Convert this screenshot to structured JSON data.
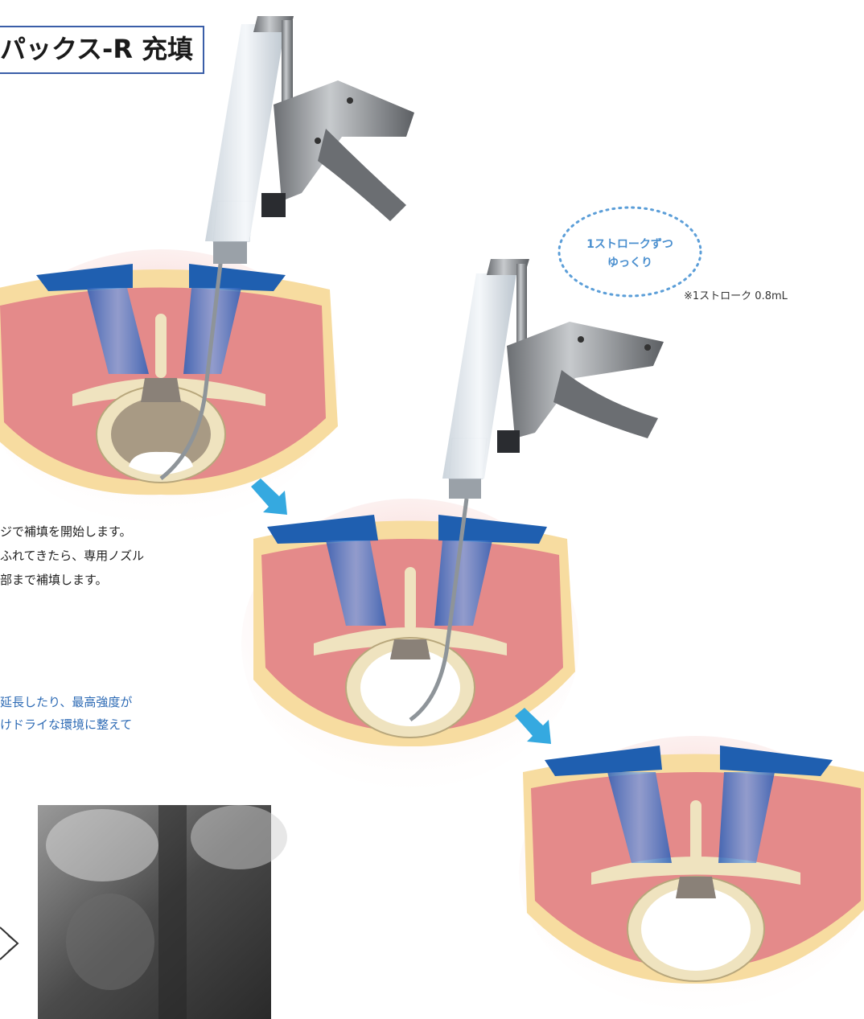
{
  "title": "パックス-R 充填",
  "instructions": {
    "line1": "ジで補填を開始します。",
    "line2": "ふれてきたら、専用ノズル",
    "line3": "部まで補填します。"
  },
  "caution": {
    "line1": "延長したり、最高強度が",
    "line2": "けドライな環境に整えて"
  },
  "stroke_bubble": {
    "line1": "1ストロークずつ",
    "line2": "ゆっくり"
  },
  "stroke_note": "※1ストローク 0.8mL",
  "colors": {
    "title_border": "#3a5ea8",
    "bubble_text": "#4a8fcf",
    "caution_text": "#2e6bb5",
    "step_arrow": "#35a9e0",
    "cannula_blue": "#1f5fb0",
    "muscle": "#e48a8a",
    "fat": "#f7dca0"
  },
  "icons": {
    "step_arrow_1": "arrow-down-right-icon",
    "step_arrow_2": "arrow-down-right-icon",
    "xray_arrow": "arrow-right-outline-icon"
  }
}
